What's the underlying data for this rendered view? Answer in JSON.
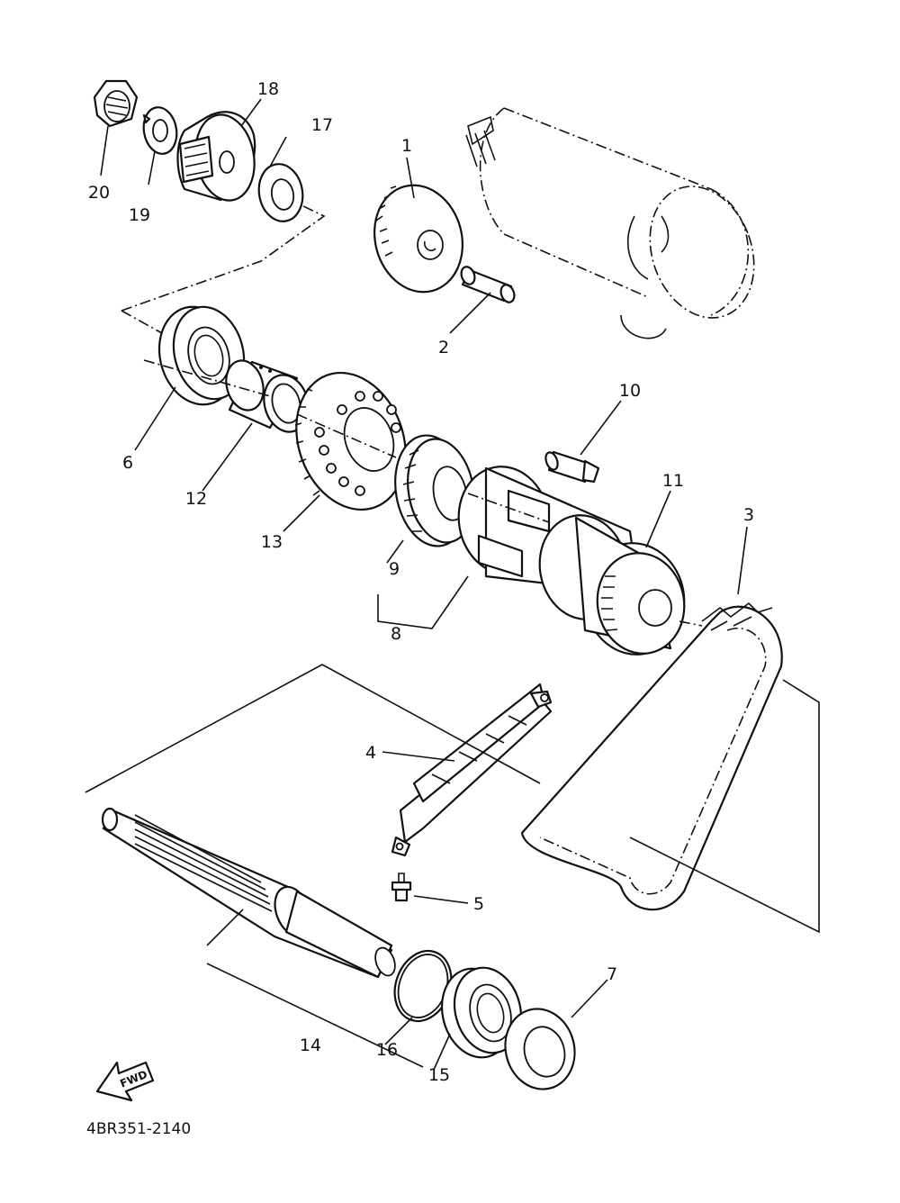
{
  "diagram": {
    "code": "4BR351-2140",
    "fwd_label": "FWD",
    "labels": {
      "p1": "1",
      "p2": "2",
      "p3": "3",
      "p4": "4",
      "p5": "5",
      "p6": "6",
      "p7": "7",
      "p8": "8",
      "p9": "9",
      "p10": "10",
      "p11": "11",
      "p12": "12",
      "p13": "13",
      "p14": "14",
      "p15": "15",
      "p16": "16",
      "p17": "17",
      "p18": "18",
      "p19": "19",
      "p20": "20"
    }
  }
}
